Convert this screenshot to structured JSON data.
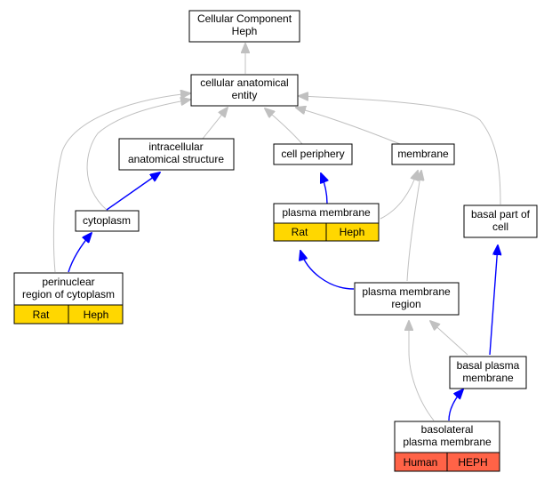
{
  "colors": {
    "annotation_rat": "#ffd700",
    "annotation_human": "#ff6347",
    "edge_is_a": "#c0c0c0",
    "edge_part_of": "#0000ff"
  },
  "nodes": {
    "root": {
      "lines": [
        "Cellular Component",
        "Heph"
      ]
    },
    "cellular_anatomical_entity": {
      "lines": [
        "cellular anatomical",
        "entity"
      ]
    },
    "intracellular_anatomical_structure": {
      "lines": [
        "intracellular",
        "anatomical structure"
      ]
    },
    "cell_periphery": {
      "lines": [
        "cell periphery"
      ]
    },
    "membrane": {
      "lines": [
        "membrane"
      ]
    },
    "cytoplasm": {
      "lines": [
        "cytoplasm"
      ]
    },
    "plasma_membrane": {
      "lines": [
        "plasma membrane"
      ],
      "annotation": {
        "species": "Rat",
        "gene": "Heph"
      }
    },
    "basal_part_of_cell": {
      "lines": [
        "basal part of",
        "cell"
      ]
    },
    "perinuclear_region": {
      "lines": [
        "perinuclear",
        "region of cytoplasm"
      ],
      "annotation": {
        "species": "Rat",
        "gene": "Heph"
      }
    },
    "plasma_membrane_region": {
      "lines": [
        "plasma membrane",
        "region"
      ]
    },
    "basal_plasma_membrane": {
      "lines": [
        "basal plasma",
        "membrane"
      ]
    },
    "basolateral_plasma_membrane": {
      "lines": [
        "basolateral",
        "plasma membrane"
      ],
      "annotation": {
        "species": "Human",
        "gene": "HEPH"
      }
    }
  }
}
